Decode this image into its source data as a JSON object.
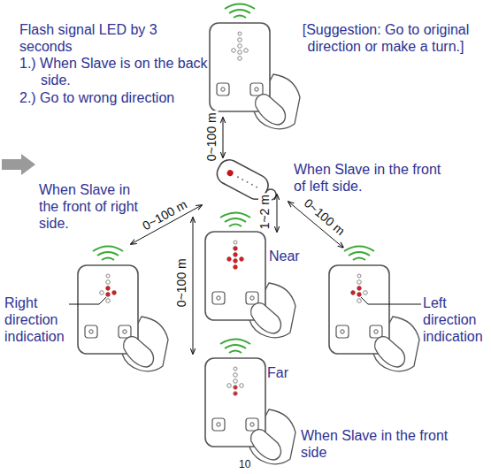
{
  "diagram": {
    "labels": [
      "Flash signal LED by 3 seconds",
      "1.) When Slave is on the back side.",
      "2.) Go to wrong direction",
      "[Suggestion: Go to original direction or make a turn.]",
      "0~100 m",
      "When Slave in the front of left side.",
      "When Slave in the front of right side.",
      "0~100 m",
      "1~2 m",
      "0~100 m",
      "0~100 m",
      "Near",
      "Right direction indication",
      "Left direction indication",
      "Far",
      "When Slave in the front side",
      "10"
    ]
  }
}
